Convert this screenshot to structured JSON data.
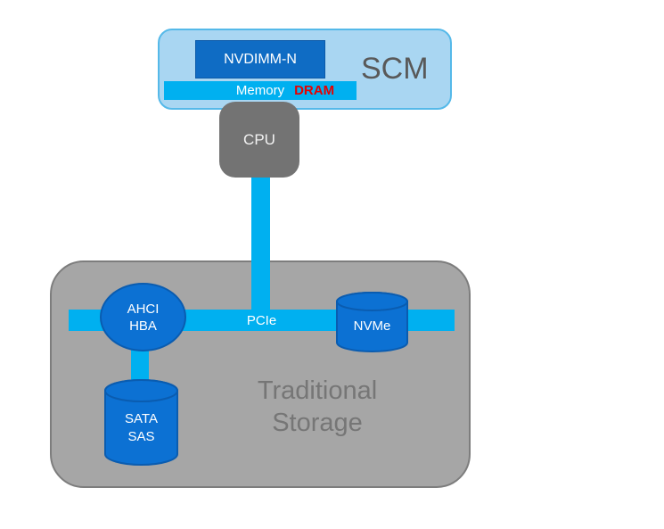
{
  "scm": {
    "label": "SCM",
    "nvdimm_label": "NVDIMM-N",
    "bus": {
      "memory_label": "Memory",
      "dram_label": "DRAM"
    }
  },
  "cpu": {
    "label": "CPU"
  },
  "pcie": {
    "label": "PCIe"
  },
  "storage": {
    "label": "Traditional Storage",
    "ahci": {
      "lines": [
        "AHCI",
        "HBA"
      ]
    },
    "sata": {
      "lines": [
        "SATA",
        "SAS"
      ]
    },
    "nvme": {
      "label": "NVMe"
    }
  },
  "colors": {
    "scm_fill": "#a9d6f2",
    "scm_border": "#55b9e9",
    "nvdimm_blue": "#0f6cc4",
    "bus_cyan": "#00b0f0",
    "node_blue": "#0c71d3",
    "node_border": "#0a5cb0",
    "cpu_gray": "#737373",
    "storage_gray": "#a6a6a6",
    "storage_border": "#7d7d7d",
    "scm_text": "#595959",
    "storage_text": "#767676",
    "dram_red": "#e60000"
  }
}
